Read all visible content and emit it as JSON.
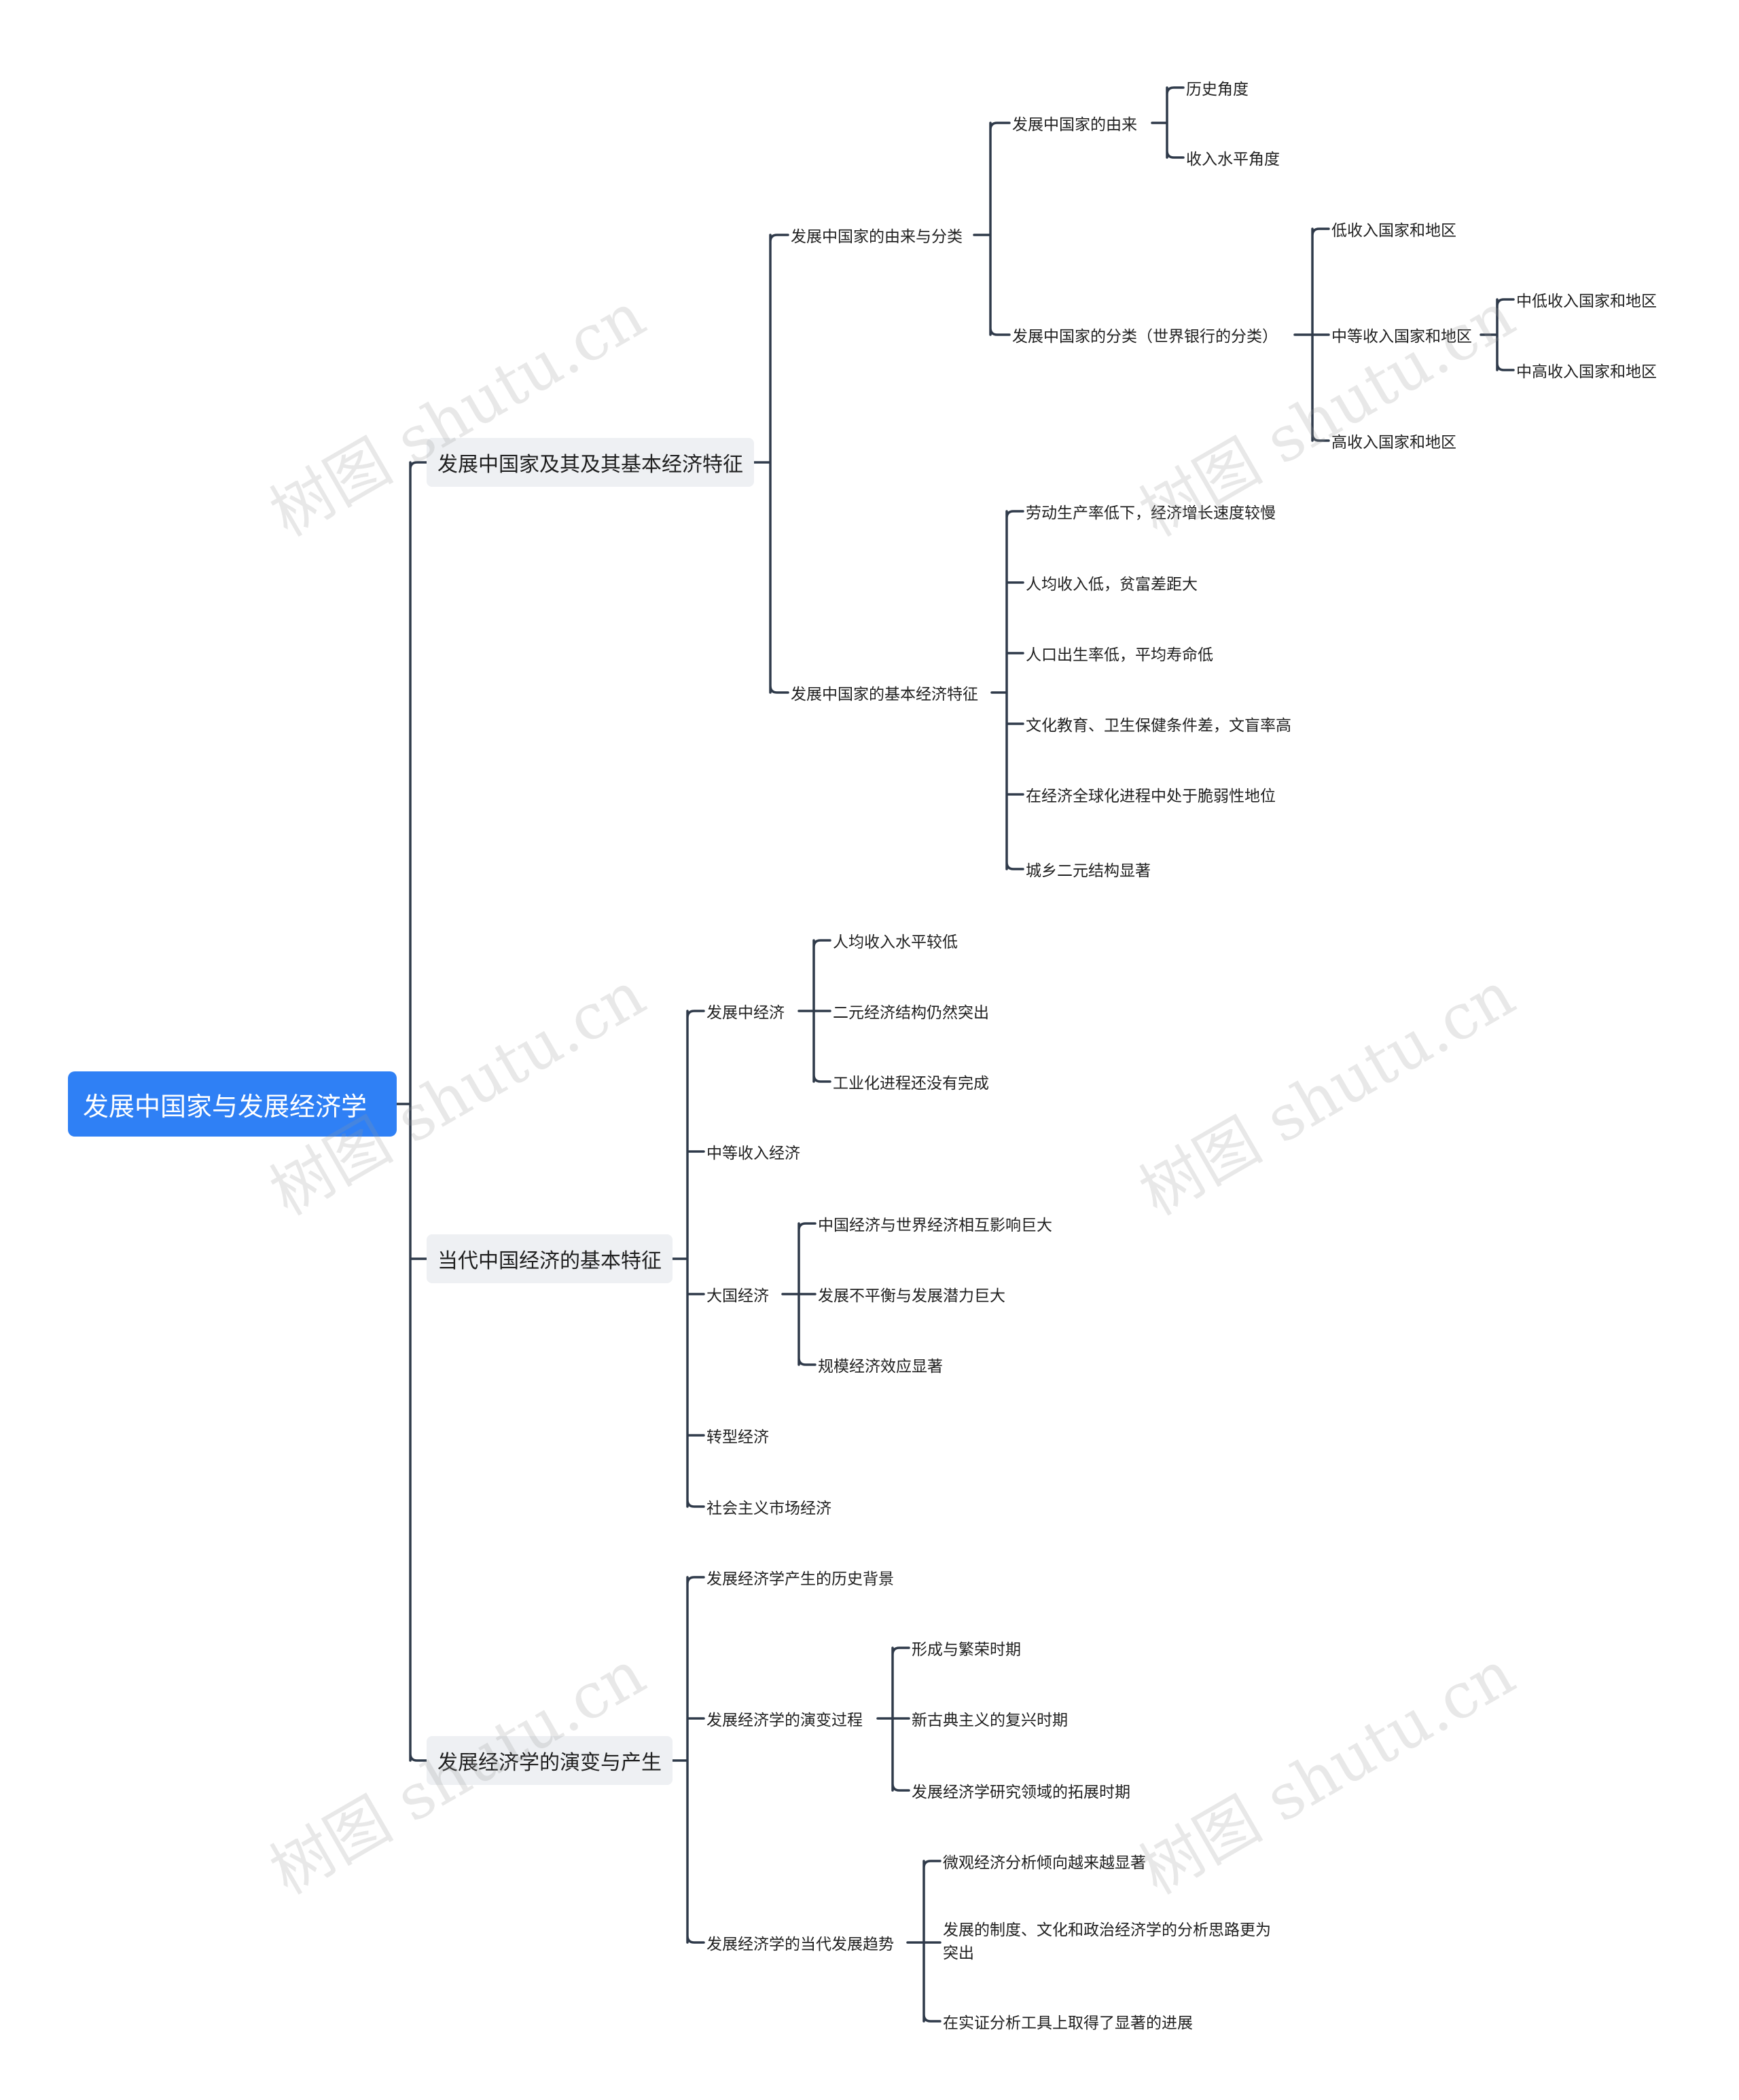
{
  "watermark": "树图 shutu.cn",
  "mindmap": {
    "root": "发展中国家与发展经济学",
    "branches": [
      {
        "label": "发展中国家及其及其基本经济特征",
        "children": [
          {
            "label": "发展中国家的由来与分类",
            "children": [
              {
                "label": "发展中国家的由来",
                "children": [
                  "历史角度",
                  "收入水平角度"
                ]
              },
              {
                "label": "发展中国家的分类（世界银行的分类）",
                "children": [
                  "低收入国家和地区",
                  "中等收入国家和地区",
                  "高收入国家和地区"
                ],
                "sub": [
                  "中低收入国家和地区",
                  "中高收入国家和地区"
                ]
              }
            ]
          },
          {
            "label": "发展中国家的基本经济特征",
            "children": [
              "劳动生产率低下，经济增长速度较慢",
              "人均收入低，贫富差距大",
              "人口出生率低，平均寿命低",
              "文化教育、卫生保健条件差，文盲率高",
              "在经济全球化进程中处于脆弱性地位",
              "城乡二元结构显著"
            ]
          }
        ]
      },
      {
        "label": "当代中国经济的基本特征",
        "children": [
          {
            "label": "发展中经济",
            "children": [
              "人均收入水平较低",
              "二元经济结构仍然突出",
              "工业化进程还没有完成"
            ]
          },
          {
            "label": "中等收入经济"
          },
          {
            "label": "大国经济",
            "children": [
              "中国经济与世界经济相互影响巨大",
              "发展不平衡与发展潜力巨大",
              "规模经济效应显著"
            ]
          },
          {
            "label": "转型经济"
          },
          {
            "label": "社会主义市场经济"
          }
        ]
      },
      {
        "label": "发展经济学的演变与产生",
        "children": [
          {
            "label": "发展经济学产生的历史背景"
          },
          {
            "label": "发展经济学的演变过程",
            "children": [
              "形成与繁荣时期",
              "新古典主义的复兴时期",
              "发展经济学研究领域的拓展时期"
            ]
          },
          {
            "label": "发展经济学的当代发展趋势",
            "children": [
              "微观经济分析倾向越来越显著",
              "发展的制度、文化和政治经济学的分析思路更为突出",
              "在实证分析工具上取得了显著的进展"
            ]
          }
        ]
      }
    ]
  }
}
